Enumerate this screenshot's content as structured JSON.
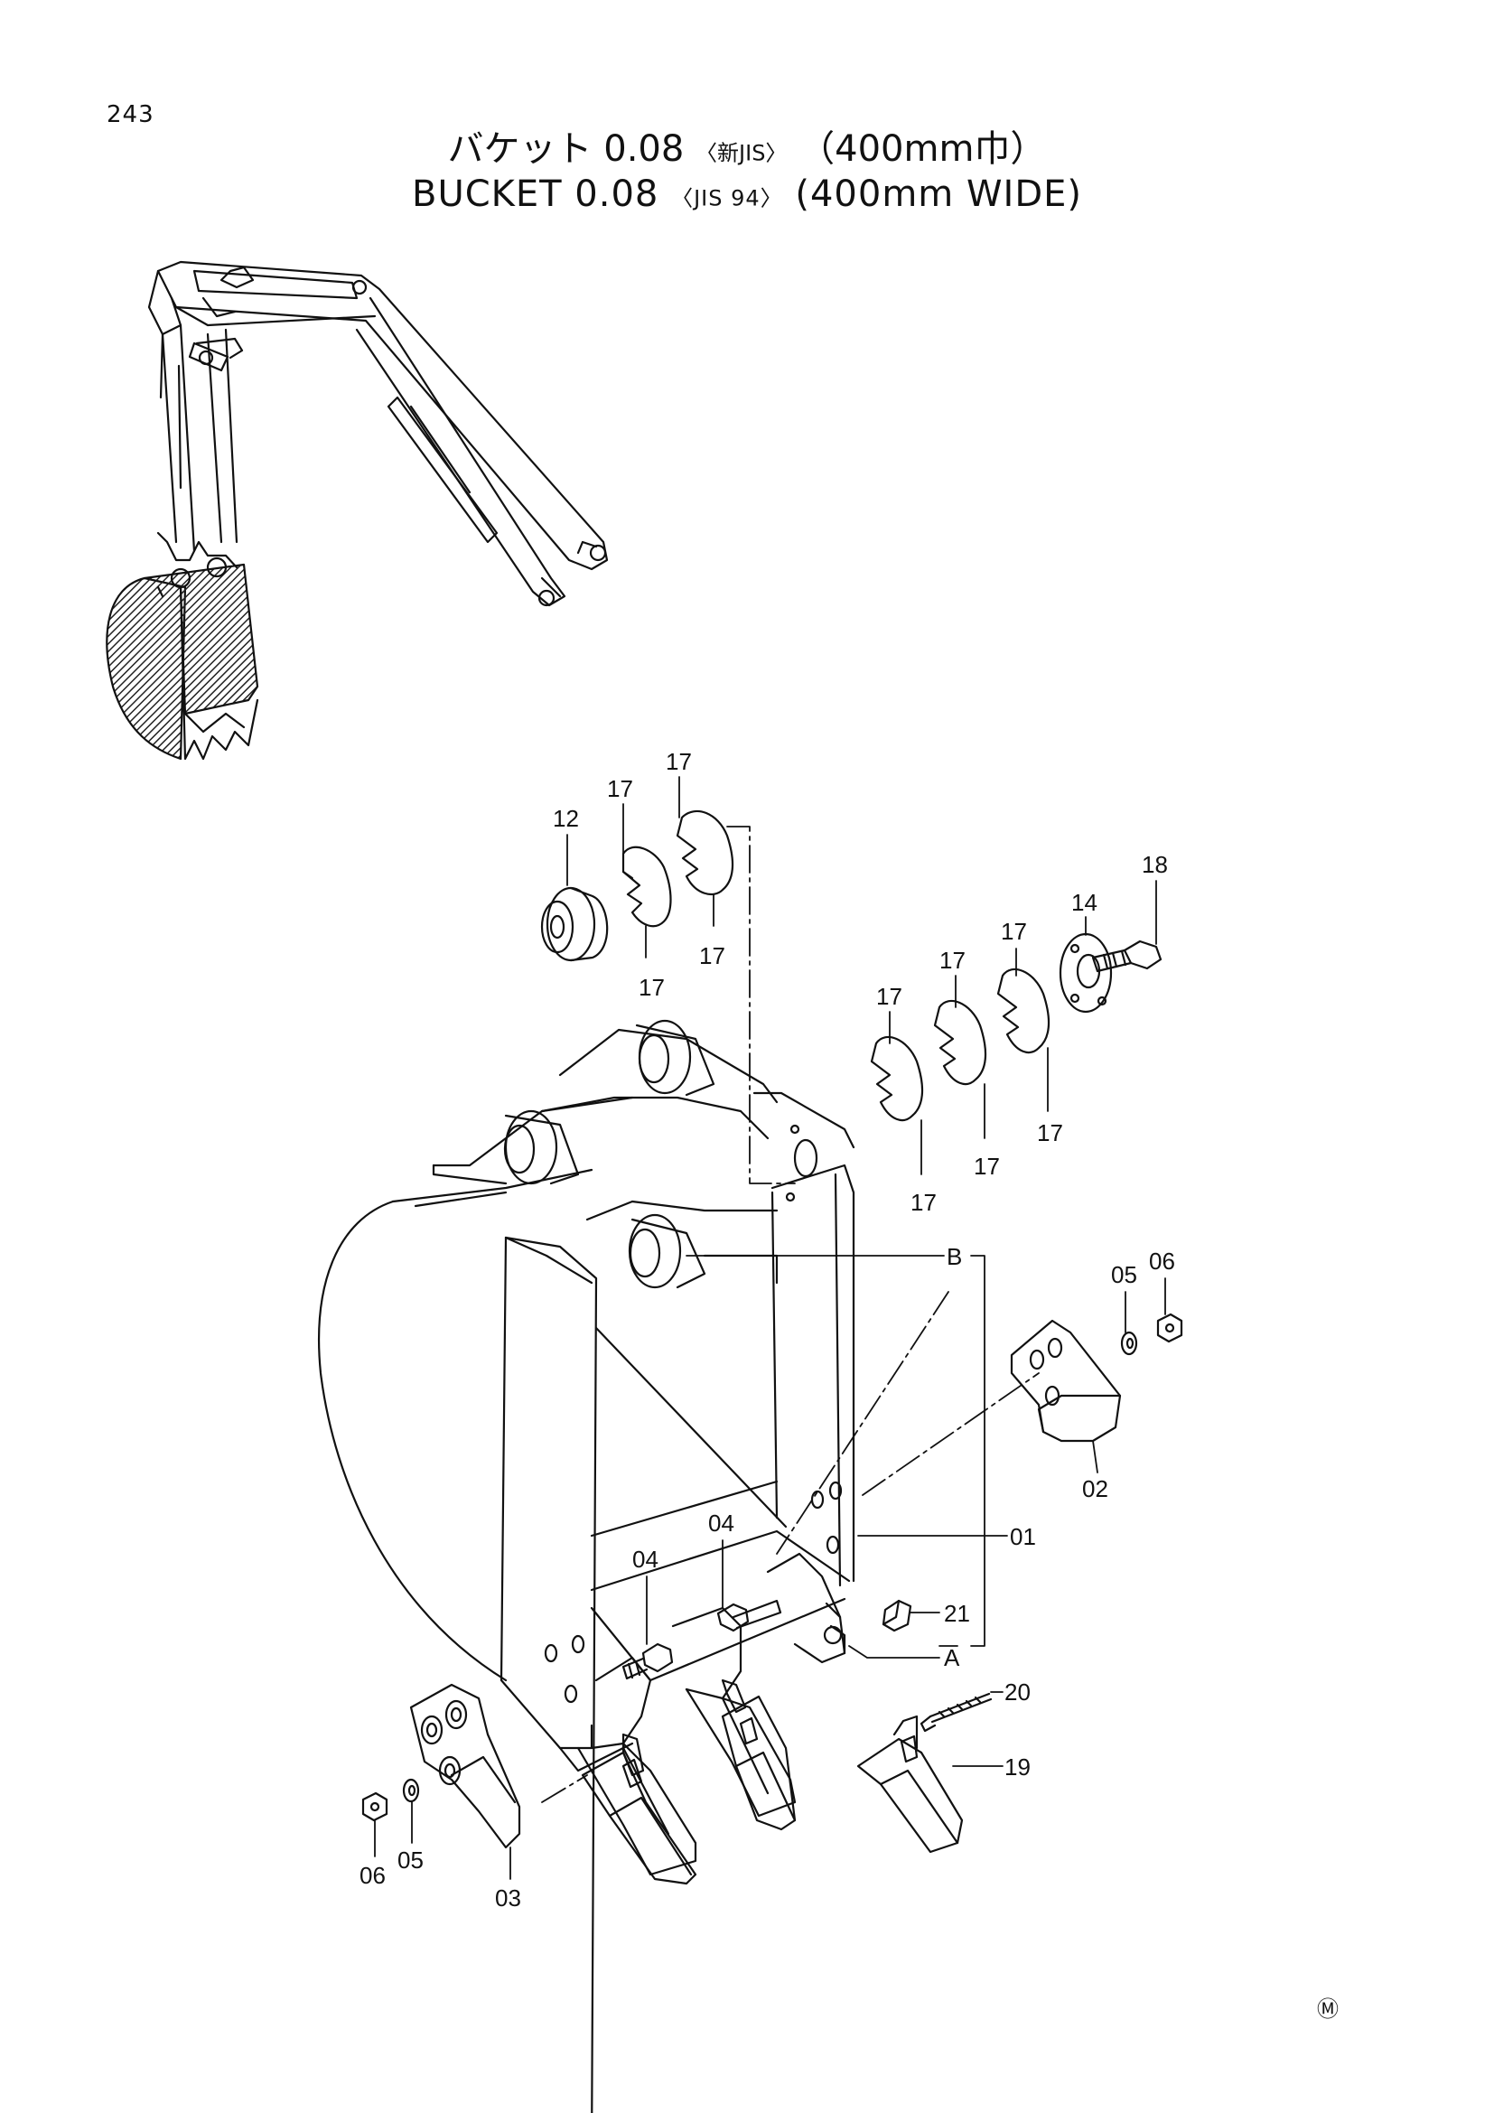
{
  "page_number": "243",
  "title": {
    "jp_main": "バケット 0.08",
    "jp_std": "〈新JIS〉",
    "jp_width": "（400mm巾）",
    "en_main": "BUCKET  0.08",
    "en_std": "〈JIS 94〉",
    "en_width": "(400mm  WIDE)"
  },
  "callouts": {
    "c01": "01",
    "c02": "02",
    "c03": "03",
    "c04a": "04",
    "c04b": "04",
    "c05a": "05",
    "c05b": "05",
    "c06a": "06",
    "c06b": "06",
    "c12": "12",
    "c14": "14",
    "c17a": "17",
    "c17b": "17",
    "c17c": "17",
    "c17d": "17",
    "c17e": "17",
    "c17f": "17",
    "c17g": "17",
    "c17h": "17",
    "c17i": "17",
    "c17j": "17",
    "c18": "18",
    "c19": "19",
    "c20": "20",
    "c21": "21",
    "cA": "A",
    "cB": "B"
  },
  "footer_mark": "Ⓜ"
}
